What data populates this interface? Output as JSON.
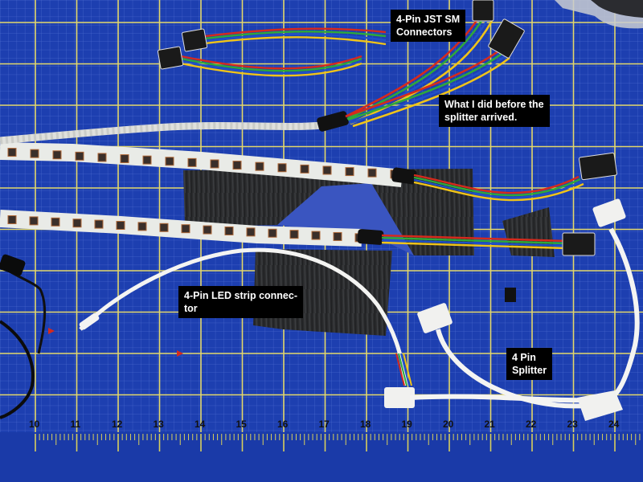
{
  "photo": {
    "subject": "LED strip wiring on cutting mat",
    "colors": {
      "mat": "#1d3fb0",
      "grid": "#e4d86a",
      "tape": "#2b2c2e",
      "strip": "#e9ebe7",
      "wire_red": "#d62a1c",
      "wire_green": "#2fa83a",
      "wire_blue": "#2050c8",
      "wire_black": "#101010"
    }
  },
  "labels": {
    "jst": "4-Pin JST SM\nConnectors",
    "before": "What I did before the\nsplitter arrived.",
    "led_connector": "4-Pin LED strip connec-\ntor",
    "splitter": "4 Pin\nSplitter"
  },
  "ruler": {
    "numbers": [
      "10",
      "11",
      "12",
      "13",
      "14",
      "15",
      "16",
      "17",
      "18",
      "19",
      "20",
      "21",
      "22",
      "23",
      "24"
    ]
  }
}
